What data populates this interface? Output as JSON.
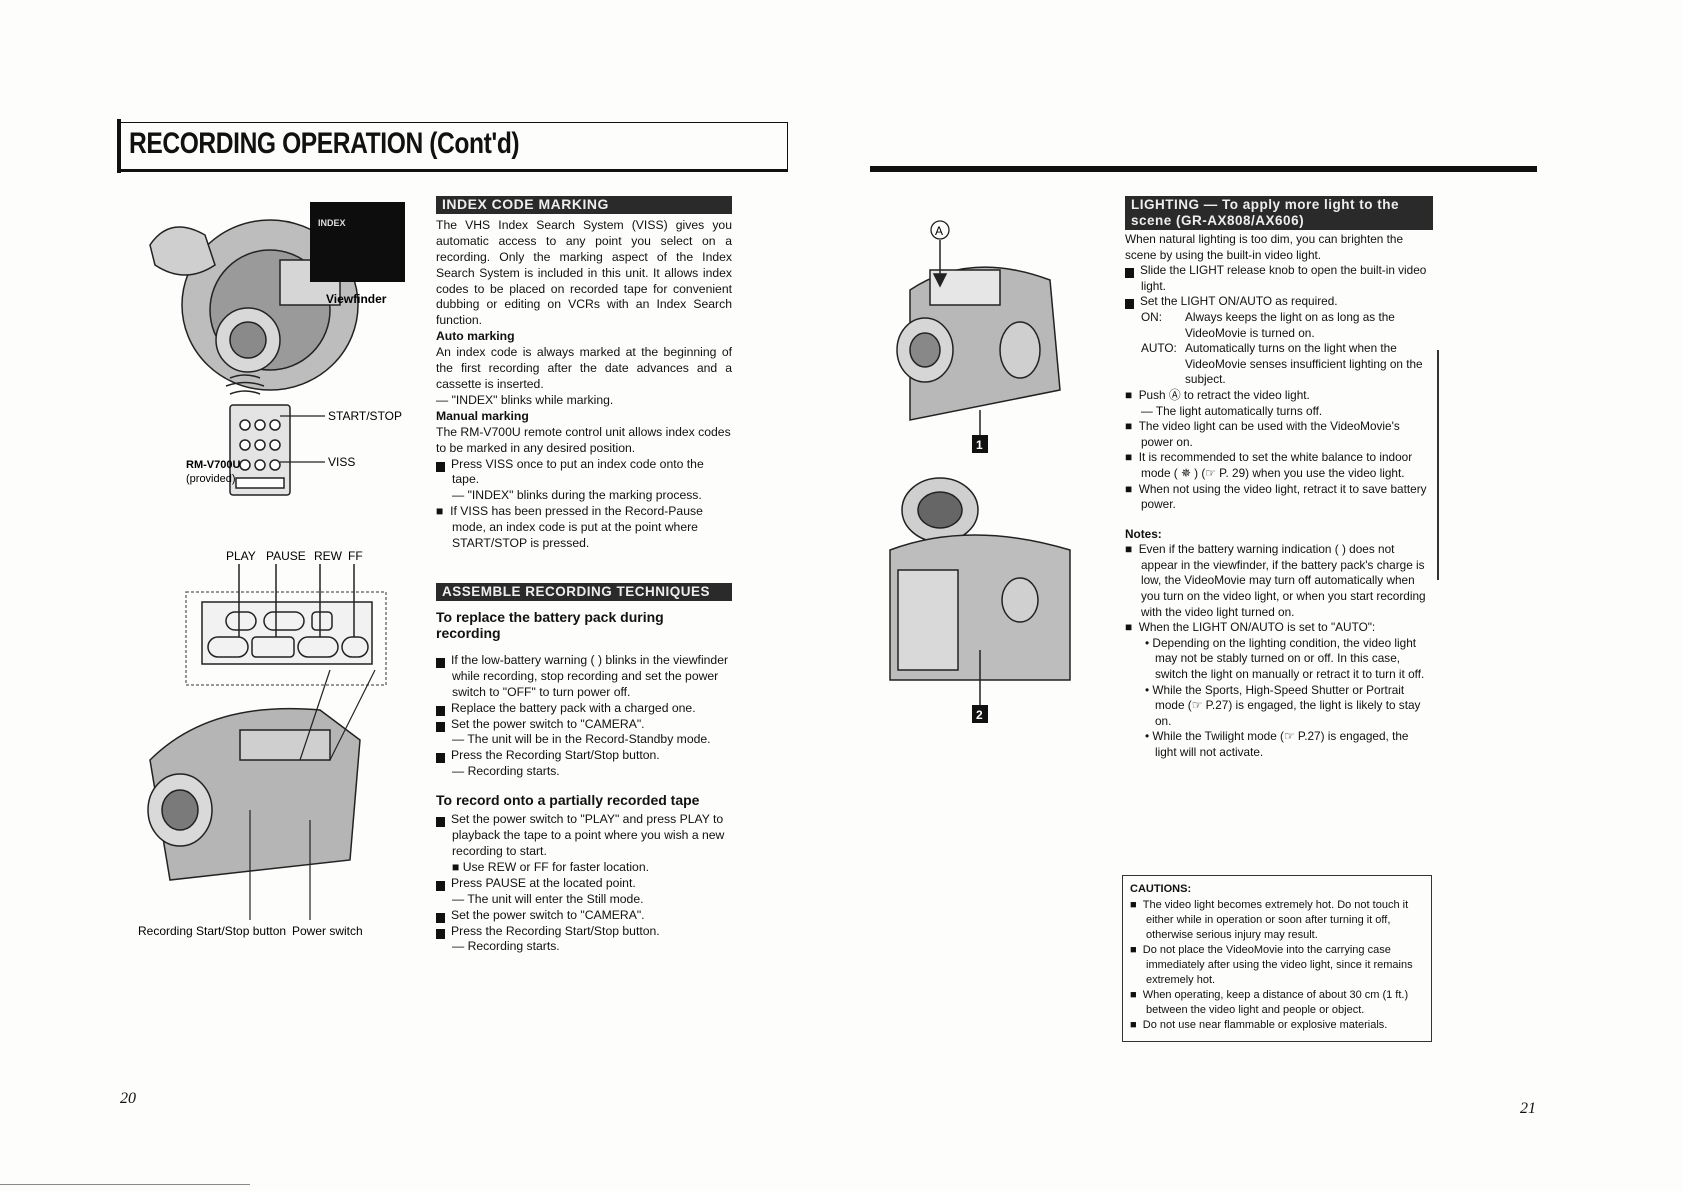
{
  "left": {
    "title": "RECORDING OPERATION (Cont'd)",
    "page_number": "20",
    "figure": {
      "viewfinder_text": "INDEX",
      "viewfinder_label": "Viewfinder",
      "start_stop_label": "START/STOP",
      "viss_label": "VISS",
      "remote_label_1": "RM-V700U",
      "remote_label_2": "(provided)",
      "buttons": [
        "PLAY",
        "PAUSE",
        "REW",
        "FF"
      ],
      "rec_button_label": "Recording Start/Stop button",
      "power_switch_label": "Power switch"
    },
    "index": {
      "heading": "INDEX CODE MARKING",
      "intro": "The VHS Index Search System (VISS) gives you automatic access to any point you select on a recording. Only the marking aspect of the Index Search System is included in this unit. It allows index codes to be placed on recorded tape for convenient dubbing or editing on VCRs with an Index Search function.",
      "auto_heading": "Auto marking",
      "auto_text": "An index code is always marked at the beginning of the first recording after the date advances and a cassette is inserted.",
      "auto_note": "— \"INDEX\" blinks while marking.",
      "manual_heading": "Manual marking",
      "manual_text": "The RM-V700U remote control unit allows index codes to be marked in any desired position.",
      "step1": "Press VISS once to put an index code onto the tape.",
      "step1_note": "— \"INDEX\" blinks during the marking process.",
      "bullet": "If VISS has been pressed in the Record-Pause mode, an index code is put at the point where START/STOP is pressed."
    },
    "assemble": {
      "heading": "ASSEMBLE RECORDING TECHNIQUES",
      "battery_heading": "To replace the battery pack during recording",
      "b1": "If the low-battery warning ( ) blinks in the viewfinder while recording, stop recording and set the power switch to \"OFF\" to turn power off.",
      "b2": "Replace the battery pack with a charged one.",
      "b3": "Set the power switch to \"CAMERA\".",
      "b3_note": "— The unit will be in the Record-Standby mode.",
      "b4": "Press the Recording Start/Stop button.",
      "b4_note": "— Recording starts.",
      "partial_heading": "To record onto a partially recorded tape",
      "p1": "Set the power switch to \"PLAY\" and press PLAY to playback the tape to a point where you wish a new recording to start.",
      "p1_bullet": "Use REW or FF for faster location.",
      "p2": "Press PAUSE at the located point.",
      "p2_note": "— The unit will enter the Still mode.",
      "p3": "Set the power switch to \"CAMERA\".",
      "p4": "Press the Recording Start/Stop button.",
      "p4_note": "— Recording starts."
    }
  },
  "right": {
    "page_number": "21",
    "figure": {
      "callout_a": "A",
      "step_1": "1",
      "step_2": "2"
    },
    "lighting": {
      "heading_line1": "LIGHTING — To apply more light to the",
      "heading_line2": "scene (GR-AX808/AX606)",
      "intro": "When natural lighting is too dim, you can brighten the scene by using the built-in video light.",
      "s1": "Slide the LIGHT release knob to open the built-in video light.",
      "s2": "Set the LIGHT ON/AUTO as required.",
      "on_label": "ON:",
      "on_text": "Always keeps the light on as long as the VideoMovie is turned on.",
      "auto_label": "AUTO:",
      "auto_text": "Automatically turns on the light when the VideoMovie senses insufficient lighting on the subject.",
      "push": "Push Ⓐ to retract the video light.",
      "push_note": "— The light automatically turns off.",
      "b_balance": "The video light can be used with the VideoMovie's power on.",
      "b_indoor": "It is recommended to set the white balance to indoor mode ( ✵ ) (☞ P. 29) when you use the video light.",
      "b_save": "When not using the video light, retract it to save battery power."
    },
    "notes": {
      "heading": "Notes:",
      "n1": "Even if the battery warning indication ( ) does not appear in the viewfinder, if the battery pack's charge is low, the VideoMovie may turn off automatically when you turn on the video light, or when you start recording with the video light turned on.",
      "n2": "When the LIGHT ON/AUTO is set to \"AUTO\":",
      "n2a": "Depending on the lighting condition, the video light may not be stably turned on or off. In this case, switch the light on manually or retract it to turn it off.",
      "n2b": "While the Sports, High-Speed Shutter or Portrait mode (☞ P.27) is engaged, the light is likely to stay on.",
      "n2c": "While the Twilight mode (☞ P.27) is engaged, the light will not activate."
    },
    "cautions": {
      "heading": "CAUTIONS:",
      "c1": "The video light becomes extremely hot. Do not touch it either while in operation or soon after turning it off, otherwise serious injury may result.",
      "c2": "Do not place the VideoMovie into the carrying case immediately after using the video light, since it remains extremely hot.",
      "c3": "When operating, keep a distance of about 30 cm (1 ft.) between the video light and people or object.",
      "c4": "Do not use near flammable or explosive materials."
    }
  }
}
